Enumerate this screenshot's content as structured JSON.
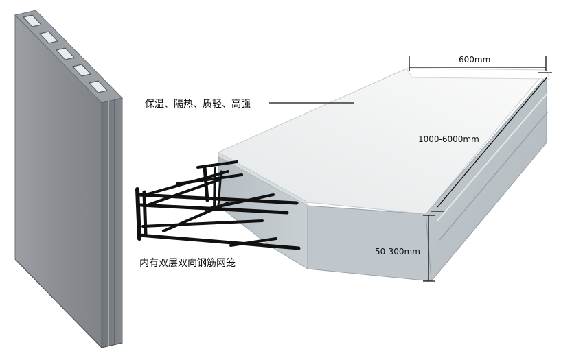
{
  "labels": {
    "feature": "保温、隔热、质轻、高强",
    "width": "600mm",
    "length": "1000-6000mm",
    "thickness": "50-300mm",
    "cage": "内有双层双向钢筋网笼"
  },
  "colors": {
    "panel_face": "#8e9297",
    "panel_top": "#f4f5f5",
    "panel_side": "#b9c0c5",
    "rebar": "#111111",
    "text": "#111111"
  },
  "icons": {
    "standing_panel": "hollow-core-wall-panel",
    "slab": "solid-wall-panel-cutaway"
  }
}
